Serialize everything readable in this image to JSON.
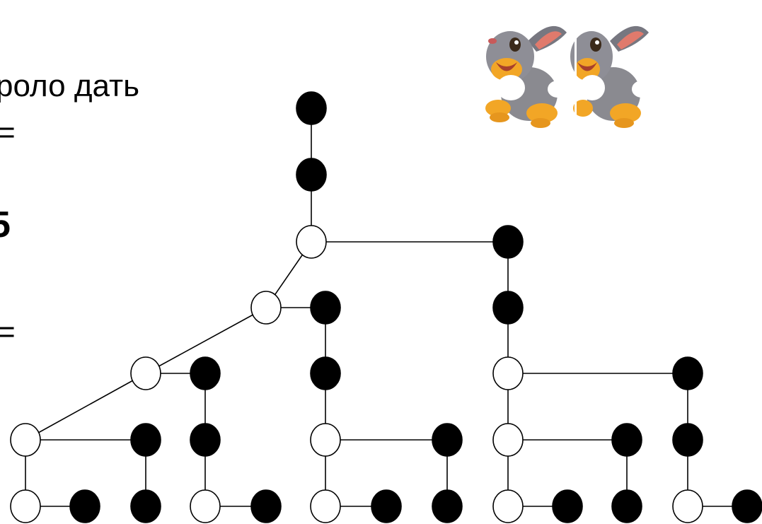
{
  "side_text": {
    "line1": "роло  дать",
    "line2": "=",
    "line3": "5",
    "line4": "="
  },
  "tree": {
    "colors": {
      "black": "#000000",
      "white": "#ffffff",
      "edge": "#000000"
    }
  },
  "images": [
    "bunny-1",
    "bunny-2"
  ]
}
